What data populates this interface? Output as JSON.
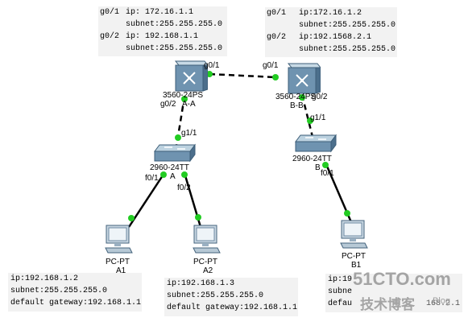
{
  "switch_a": {
    "model": "3560-24PS",
    "name": "A-A"
  },
  "switch_b": {
    "model": "3560-24PS",
    "name": "B-B"
  },
  "access_a": {
    "model": "2960-24TT",
    "name": "A"
  },
  "access_b": {
    "model": "2960-24TT",
    "name": "B"
  },
  "ports": {
    "a_g01": "g0/1",
    "a_g02": "g0/2",
    "b_g01": "g0/1",
    "b_g02": "g0/2",
    "swa_g11": "g1/1",
    "swa_f01": "f0/1",
    "swa_f02": "f0/2",
    "swb_g11": "g1/1",
    "swb_f01": "f0/1"
  },
  "pcs": {
    "a1": {
      "type": "PC-PT",
      "name": "A1"
    },
    "a2": {
      "type": "PC-PT",
      "name": "A2"
    },
    "b1": {
      "type": "PC-PT",
      "name": "B1"
    }
  },
  "note_switch_a": {
    "r1_key": "g0/1",
    "r1_val": "ip: 172.16.1.1",
    "r2_val": "subnet:255.255.255.0",
    "r3_key": "g0/2",
    "r3_val": "ip: 192.168.1.1",
    "r4_val": "subnet:255.255.255.0"
  },
  "note_switch_b": {
    "r1_key": "g0/1",
    "r1_val": "ip:172.16.1.2",
    "r2_val": "subnet:255.255.255.0",
    "r3_key": "g0/2",
    "r3_val": "ip:192.1568.2.1",
    "r4_val": "subnet:255.255.255.0"
  },
  "note_a1": {
    "ip": "ip:192.168.1.2",
    "subnet": "subnet:255.255.255.0",
    "gateway": "default gateway:192.168.1.1"
  },
  "note_a2": {
    "ip": "ip:192.168.1.3",
    "subnet": "subnet:255.255.255.0",
    "gateway": "default gateway:192.168.1.1"
  },
  "note_b1": {
    "ip": "ip:19",
    "subnet": "subne",
    "gateway": "defau"
  },
  "note_b1_tail": "168.2.1",
  "watermark": {
    "domain": "51CTO.com",
    "sub": "技术博客",
    "blog": "Blog"
  },
  "colors": {
    "link": "#000000",
    "port_up": "#22cc22",
    "note_bg": "#f2f2f2",
    "watermark": "#b0b0b0"
  }
}
